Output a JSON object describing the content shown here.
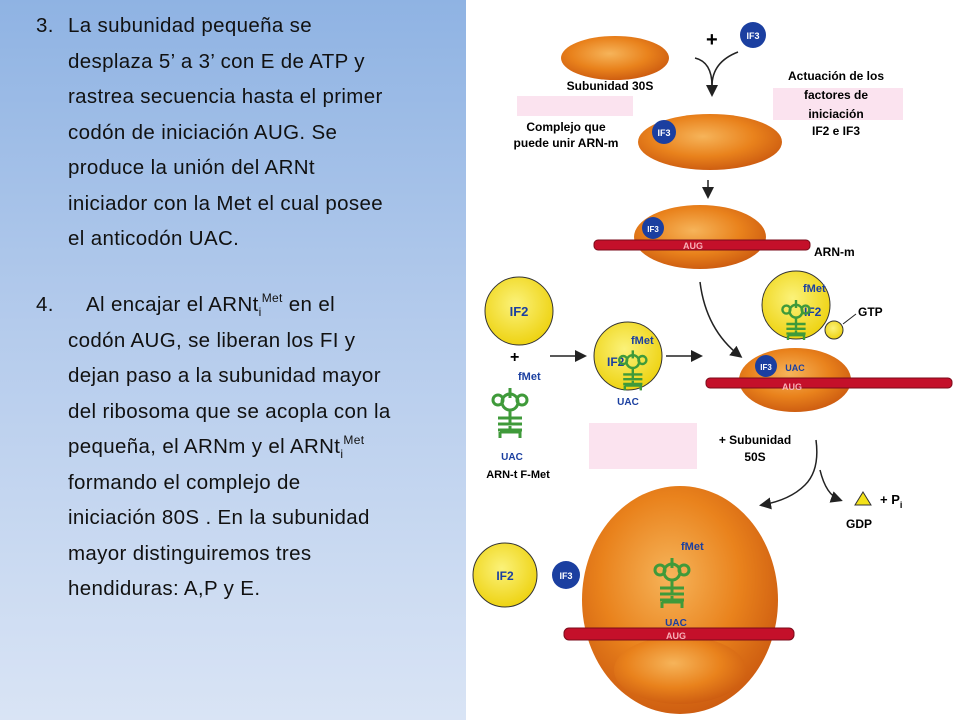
{
  "text": {
    "item3": {
      "number": "3.",
      "lines": [
        "La subunidad pequeña se",
        "desplaza 5’ a 3’  con E de ATP  y",
        "rastrea secuencia hasta el primer",
        "codón de iniciación AUG. Se",
        "produce la unión del ARNt",
        "iniciador con la Met el cual posee",
        "el anticodón UAC."
      ]
    },
    "item4": {
      "number": "4.",
      "line1_pre": "Al encajar el ARNt",
      "line1_sub": "i",
      "line1_sup": "Met",
      "line1_post": "  en el",
      "line2": "codón AUG, se liberan los FI y",
      "line3": "dejan paso a la subunidad mayor",
      "line4": "del ribosoma que se acopla con la",
      "line5_pre": "pequeña,  el ARNm y el ARNt",
      "line5_sub": "i",
      "line5_sup": "Met",
      "line6": "formando el complejo de",
      "line7": "iniciación 80S . En la subunidad",
      "line8": "mayor distinguiremos tres",
      "line9": "hendiduras:  A,P y E."
    }
  },
  "figure": {
    "colors": {
      "ribosome": "#e9821c",
      "ribosome_dark": "#c9570f",
      "mrna": "#c4102a",
      "factor_yellow": "#f3e21a",
      "factor_blue": "#1b3fa0",
      "trna_green": "#3f9a3a",
      "label_pink": "#fbe3ef"
    },
    "labels": {
      "plus_top": "+",
      "if3": "IF3",
      "subunit_30s": "Subunidad 30S",
      "factors_action": [
        "Actuación de los",
        "factores de",
        "iniciación",
        "IF2 e IF3"
      ],
      "complex": [
        "Complejo que",
        "puede unir ARN-m"
      ],
      "aug": "AUG",
      "arn_m": "ARN-m",
      "if2": "IF2",
      "plus": "+",
      "fmet": "fMet",
      "uac": "UAC",
      "arn_t": "ARN-t F-Met",
      "gtp": "GTP",
      "subunit_50s": [
        "+ Subunidad",
        "50S"
      ],
      "pi": "+ P",
      "pi_sub": "i",
      "gdp": "GDP"
    }
  }
}
